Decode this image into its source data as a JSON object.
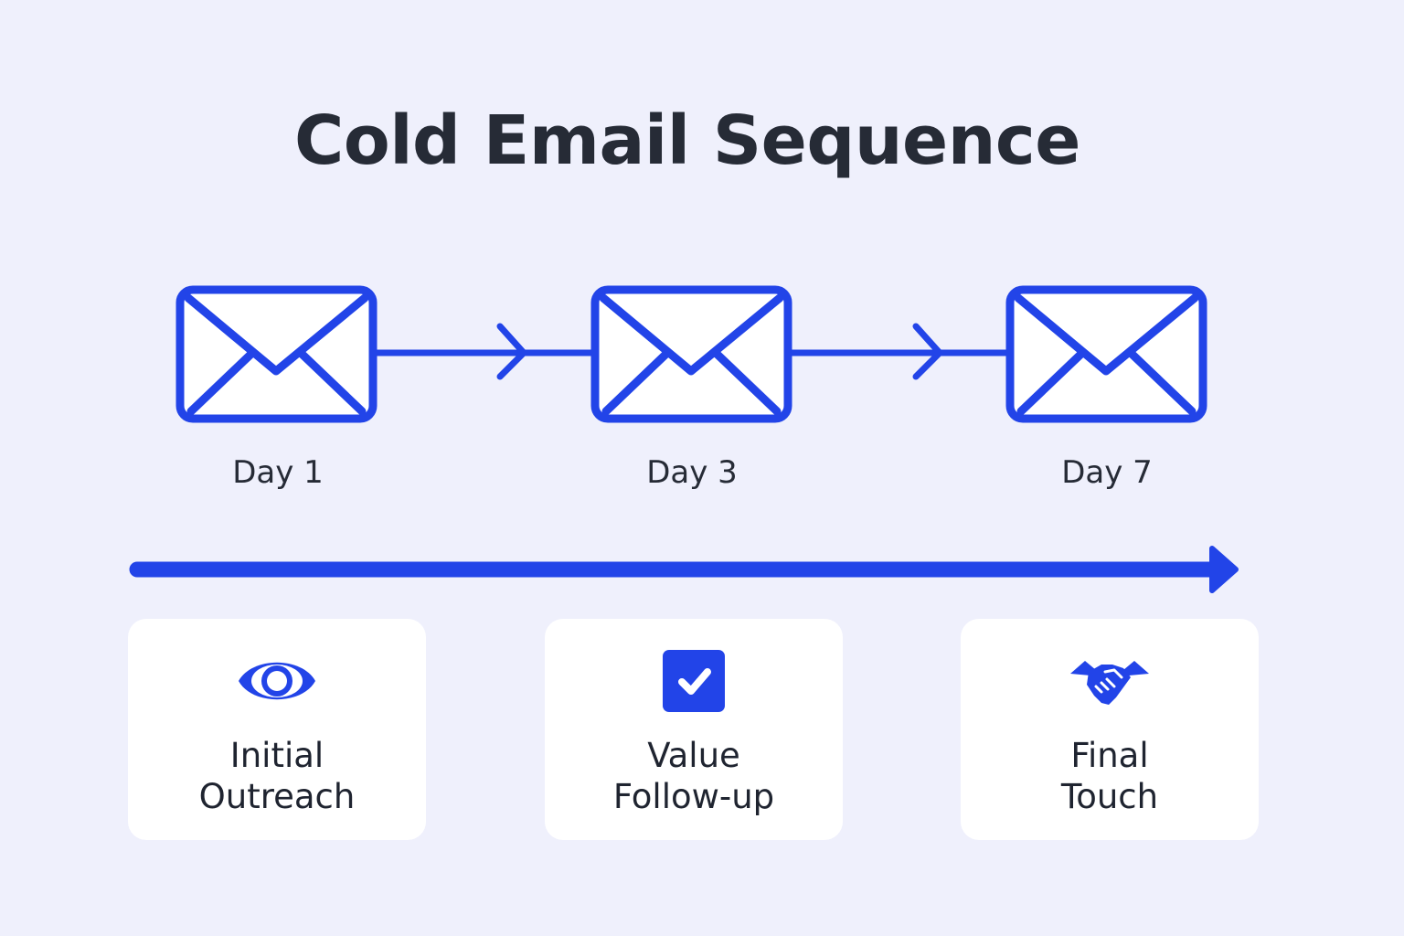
{
  "title": "Cold Email Sequence",
  "colors": {
    "background": "#eff0fc",
    "accent": "#2244e8",
    "text": "#262b36",
    "card": "#ffffff"
  },
  "steps": [
    {
      "day": "Day 1",
      "icon": "envelope-icon",
      "card": {
        "icon": "eye-icon",
        "label_line1": "Initial",
        "label_line2": "Outreach"
      }
    },
    {
      "day": "Day 3",
      "icon": "envelope-icon",
      "card": {
        "icon": "checkbox-icon",
        "label_line1": "Value",
        "label_line2": "Follow-up"
      }
    },
    {
      "day": "Day 7",
      "icon": "envelope-icon",
      "card": {
        "icon": "handshake-icon",
        "label_line1": "Final",
        "label_line2": "Touch"
      }
    }
  ],
  "timeline": {
    "icon": "timeline-arrow-icon"
  }
}
